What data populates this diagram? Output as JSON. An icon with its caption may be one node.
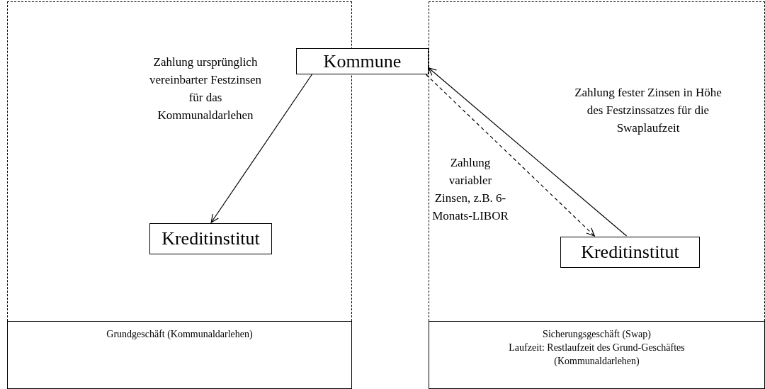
{
  "diagram": {
    "nodes": [
      {
        "text": [],
        "shape": "box"
      },
      {
        "text": [],
        "shape": "box"
      },
      {
        "text": [
          "Kommune"
        ]
      },
      {
        "text": [
          "Kreditinstitut"
        ],
        "in": 0
      },
      {
        "text": [
          "Kreditinstitut"
        ],
        "in": 1
      },
      {
        "text": [
          "Grundgeschäft (Kommunaldarlehen)"
        ]
      },
      {
        "text": [
          "Sicherungsgeschäft (Swap)",
          "Laufzeit: Restlaufzeit des Grund-Geschäftes (Kommunaldarlehen)"
        ]
      }
    ],
    "edges": [
      {
        "from": 2,
        "to": 3,
        "arrow": "to",
        "label": "Zahlung ursprünglich vereinbarter Festzinsen für das Kommunaldarlehen"
      },
      {
        "from": 2,
        "to": 4,
        "arrow": "to",
        "style": "dashed",
        "label": "Zahlung variabler Zinsen, z.B. 6-Monats-LIBOR"
      },
      {
        "from": 4,
        "to": 2,
        "arrow": "to",
        "label": "Zahlung fester Zinsen in Höhe des Festzinssatzes für die Swaplaufzeit"
      }
    ]
  }
}
